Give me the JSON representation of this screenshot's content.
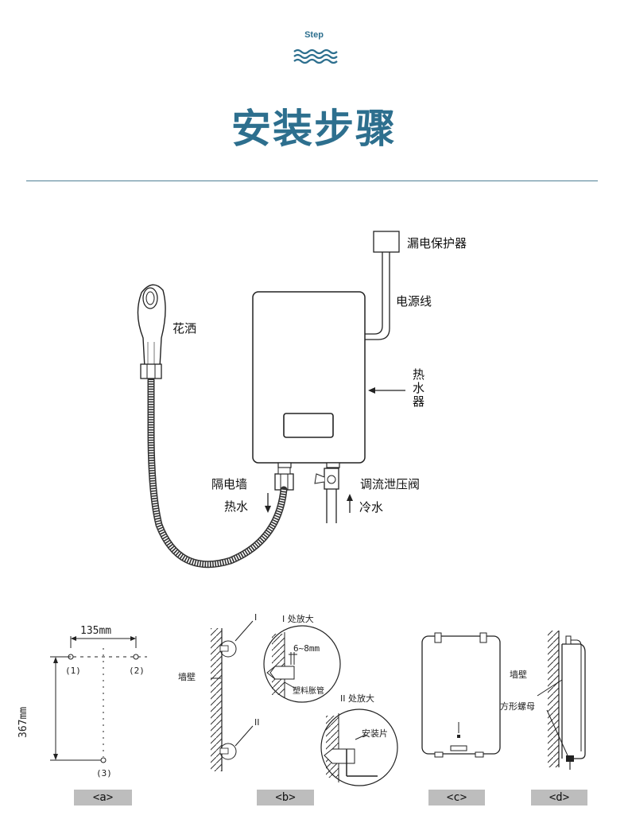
{
  "header": {
    "eyebrow": "Step",
    "title": "安装步骤",
    "accent_color": "#2d6f8e"
  },
  "main_diagram": {
    "labels": {
      "leak_protector": "漏电保护器",
      "power_cord": "电源线",
      "heater": "热水器",
      "shower_head": "花洒",
      "wall": "隔电墙",
      "hot_water": "热水",
      "valve": "调流泄压阀",
      "cold_water": "冷水"
    }
  },
  "step_a": {
    "caption": "<a>",
    "width_dim": "135mm",
    "height_dim": "367mm",
    "hole1": "(1)",
    "hole2": "(2)",
    "hole3": "(3)"
  },
  "step_b": {
    "caption": "<b>",
    "marker_1": "I",
    "marker_2": "II",
    "zoom_1": "I 处放大",
    "zoom_2": "II 处放大",
    "wall": "墙壁",
    "depth": "6~8mm",
    "anchor": "塑料胀管",
    "bracket": "安装片"
  },
  "step_c": {
    "caption": "<c>"
  },
  "step_d": {
    "caption": "<d>",
    "wall": "墙壁",
    "nut": "方形螺母"
  }
}
